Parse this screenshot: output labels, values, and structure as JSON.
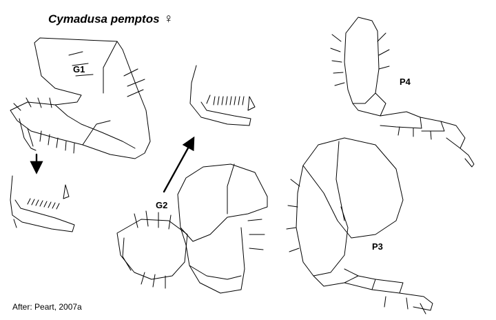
{
  "title": {
    "species": "Cymadusa pemptos",
    "sex_symbol": "♀"
  },
  "labels": {
    "g1": "G1",
    "g2": "G2",
    "p3": "P3",
    "p4": "P4"
  },
  "credit": "After: Peart, 2007a",
  "colors": {
    "ink": "#000000",
    "background": "#ffffff"
  }
}
